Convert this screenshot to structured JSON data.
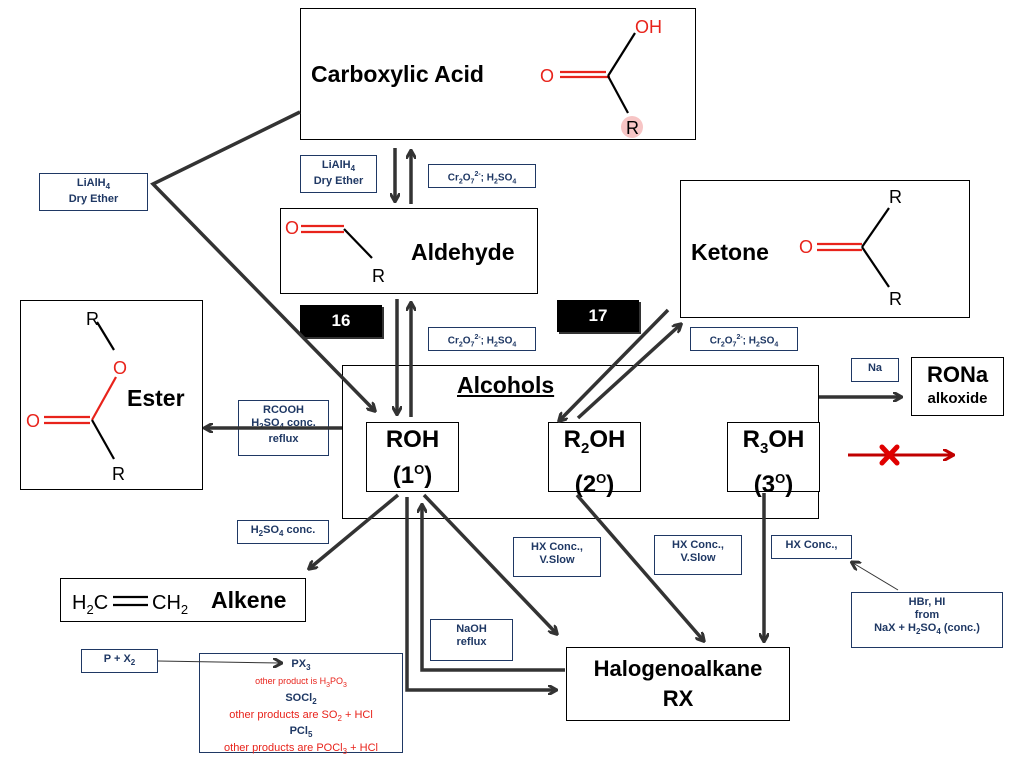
{
  "compounds": {
    "carboxylic_acid": "Carboxylic Acid",
    "aldehyde": "Aldehyde",
    "ketone": "Ketone",
    "ester": "Ester",
    "alcohols": "Alcohols",
    "alkene": "Alkene",
    "halogenoalkane_1": "Halogenoalkane",
    "halogenoalkane_2": "RX",
    "rona_1": "RONa",
    "rona_2": "alkoxide"
  },
  "alcohol_types": {
    "primary": {
      "formula": "ROH",
      "degree": "(1",
      "deg_close": ")"
    },
    "secondary": {
      "r": "R",
      "sub": "2",
      "oh": "OH",
      "degree": "(2",
      "deg_close": ")"
    },
    "tertiary": {
      "r": "R",
      "sub": "3",
      "oh": "OH",
      "degree": "(3",
      "deg_close": ")"
    },
    "degree_sign": "O"
  },
  "badges": {
    "b16": "16",
    "b17": "17"
  },
  "structure_labels": {
    "oh": "OH",
    "o": "O",
    "r": "R",
    "alkene_h2c": "H",
    "alkene_sub": "2",
    "alkene_c": "C",
    "alkene_ch": "CH",
    "alkene_sub2": "2"
  },
  "conditions": {
    "liAlH4_left_1": "LiAlH",
    "liAlH4_left_sub": "4",
    "liAlH4_left_2": "Dry Ether",
    "liAlH4_mid_1": "LiAlH",
    "liAlH4_mid_sub": "4",
    "liAlH4_mid_2": "Dry Ether",
    "ox_1": "Cr",
    "ox_2": "H",
    "ox_3": "SO",
    "rcooh_1": "RCOOH",
    "rcooh_2": "H",
    "rcooh_2b": "SO",
    "rcooh_2c": " conc.",
    "rcooh_3": "reflux",
    "h2so4_1": "H",
    "h2so4_2": "SO",
    "h2so4_3": " conc.",
    "hx_slow_1": "HX Conc.,",
    "hx_slow_2": "V.Slow",
    "hx_slow2_1": "HX Conc.,",
    "hx_slow2_2": "V.Slow",
    "hx_conc": "HX Conc.,",
    "naoh_1": "NaOH",
    "naoh_2": "reflux",
    "na": "Na",
    "hbr_1": "HBr, HI",
    "hbr_2": "from",
    "hbr_3": "NaX + H",
    "hbr_3b": "SO",
    "hbr_3c": "  (conc.)",
    "px_label": "P + X"
  },
  "reagents_box": {
    "px3": "PX",
    "px3_note_1": "other product is H",
    "px3_note_2": "PO",
    "socl2": "SOCl",
    "socl2_note": "other products are SO",
    "socl2_note_b": " + HCl",
    "pcl5": "PCl",
    "pcl5_note_1": "other products are POCl",
    "pcl5_note_2": " + HCl"
  },
  "colors": {
    "arrow": "#333333",
    "blocked_arrow": "#c00000",
    "note_text": "#1f3864",
    "oxygen": "#e8231b"
  }
}
